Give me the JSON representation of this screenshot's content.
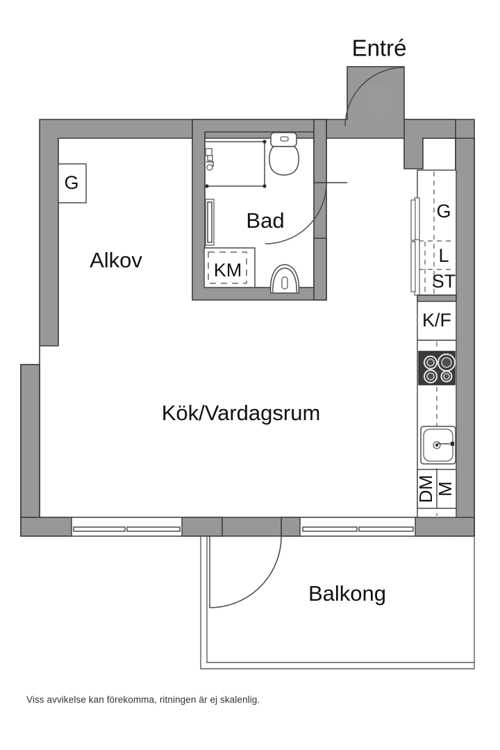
{
  "document": {
    "type": "floor-plan",
    "language": "sv",
    "disclaimer": "Viss avvikelse kan förekomma, ritningen är ej skalenlig."
  },
  "colors": {
    "wall_fill": "#989898",
    "wall_stroke": "#3a3a3a",
    "line": "#4a4a4a",
    "hob": "#3a3a3a",
    "arrow": "#9a9a9a",
    "text": "#111111",
    "background": "#ffffff"
  },
  "rooms": [
    {
      "id": "alkov",
      "label": "Alkov"
    },
    {
      "id": "bad",
      "label": "Bad"
    },
    {
      "id": "kok-vardagsrum",
      "label": "Kök/Vardagsrum"
    },
    {
      "id": "balkong",
      "label": "Balkong"
    }
  ],
  "entrance": {
    "label": "Entré",
    "marker": "entry-arrow-icon",
    "door": "door-swing-arc"
  },
  "fixtures": {
    "alkov_wardrobe": {
      "label": "G",
      "name": "garderob"
    },
    "bathroom_washer": {
      "label": "KM",
      "name": "tvattmaskin"
    },
    "kitchen_wardrobe": {
      "label": "G",
      "name": "garderob"
    },
    "kitchen_linen": {
      "label": "L",
      "name": "linneskap"
    },
    "kitchen_cleaning": {
      "label": "ST",
      "name": "stadskap"
    },
    "kitchen_fridge_freezer": {
      "label": "K/F",
      "name": "kyl-frys"
    },
    "kitchen_dishwasher": {
      "label": "DM",
      "name": "diskmaskin"
    },
    "kitchen_micro": {
      "label": "M",
      "name": "mikro"
    }
  },
  "icons": {
    "entry_arrow": "entry-arrow-icon",
    "toilet": "toilet-icon",
    "shower": "shower-icon",
    "wash_basin": "wash-basin-icon",
    "hob": "cooktop-icon",
    "sink": "kitchen-sink-icon",
    "window": "window-icon",
    "door_arc": "door-swing-icon"
  }
}
